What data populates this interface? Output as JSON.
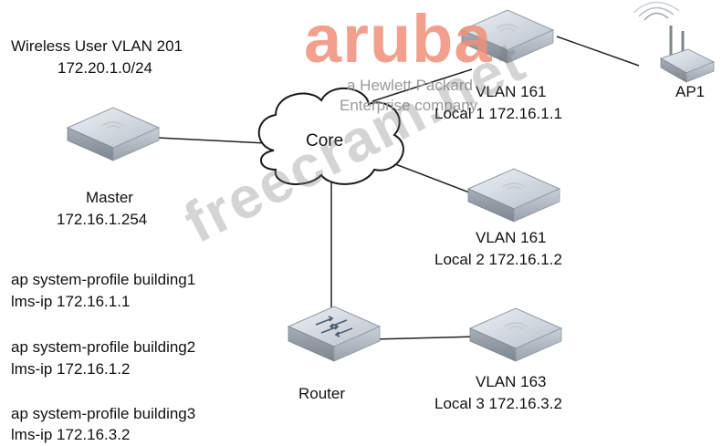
{
  "watermark": {
    "brand": "aruba",
    "brand_sub1": "a Hewlett Packard",
    "brand_sub2": "Enterprise company",
    "site": "freecram.net"
  },
  "wireless": {
    "line1": "Wireless User VLAN 201",
    "line2": "172.20.1.0/24"
  },
  "master": {
    "line1": "Master",
    "line2": "172.16.1.254"
  },
  "core": {
    "label": "Core"
  },
  "router": {
    "label": "Router"
  },
  "ap": {
    "label": "AP1"
  },
  "local1": {
    "line1": "VLAN 161",
    "line2": "Local 1 172.16.1.1"
  },
  "local2": {
    "line1": "VLAN 161",
    "line2": "Local 2 172.16.1.2"
  },
  "local3": {
    "line1": "VLAN 163",
    "line2": "Local 3 172.16.3.2"
  },
  "profiles": [
    {
      "line1": "ap system-profile building1",
      "line2": "lms-ip 172.16.1.1"
    },
    {
      "line1": "ap system-profile building2",
      "line2": "lms-ip 172.16.1.2"
    },
    {
      "line1": "ap system-profile building3",
      "line2": "lms-ip 172.16.3.2"
    }
  ]
}
